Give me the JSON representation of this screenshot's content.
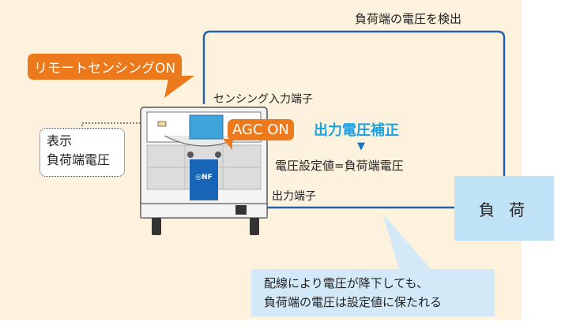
{
  "colors": {
    "background": "#fdf2de",
    "wire": "#2163b0",
    "tag": "#ec7a1c",
    "highlight": "#1aa3e3",
    "load_fill": "#bfe2f7",
    "callout_fill": "#d3e9f8"
  },
  "labels": {
    "detect_load_voltage": "負荷端の電圧を検出",
    "remote_sensing_on": "リモートセンシングON",
    "sensing_input_terminal": "センシング入力端子",
    "agc_on": "AGC ON",
    "output_voltage_compensation": "出力電圧補正",
    "setpoint_equals_load_voltage": "電圧設定値=負荷端電圧",
    "output_terminal": "出力端子",
    "display_line1": "表示",
    "display_line2": "負荷端電圧",
    "load": "負 荷",
    "callout_line1": "配線により電圧が降下しても、",
    "callout_line2": "負荷端の電圧は設定値に保たれる"
  },
  "device": {
    "brand_logo": "◎NF"
  }
}
